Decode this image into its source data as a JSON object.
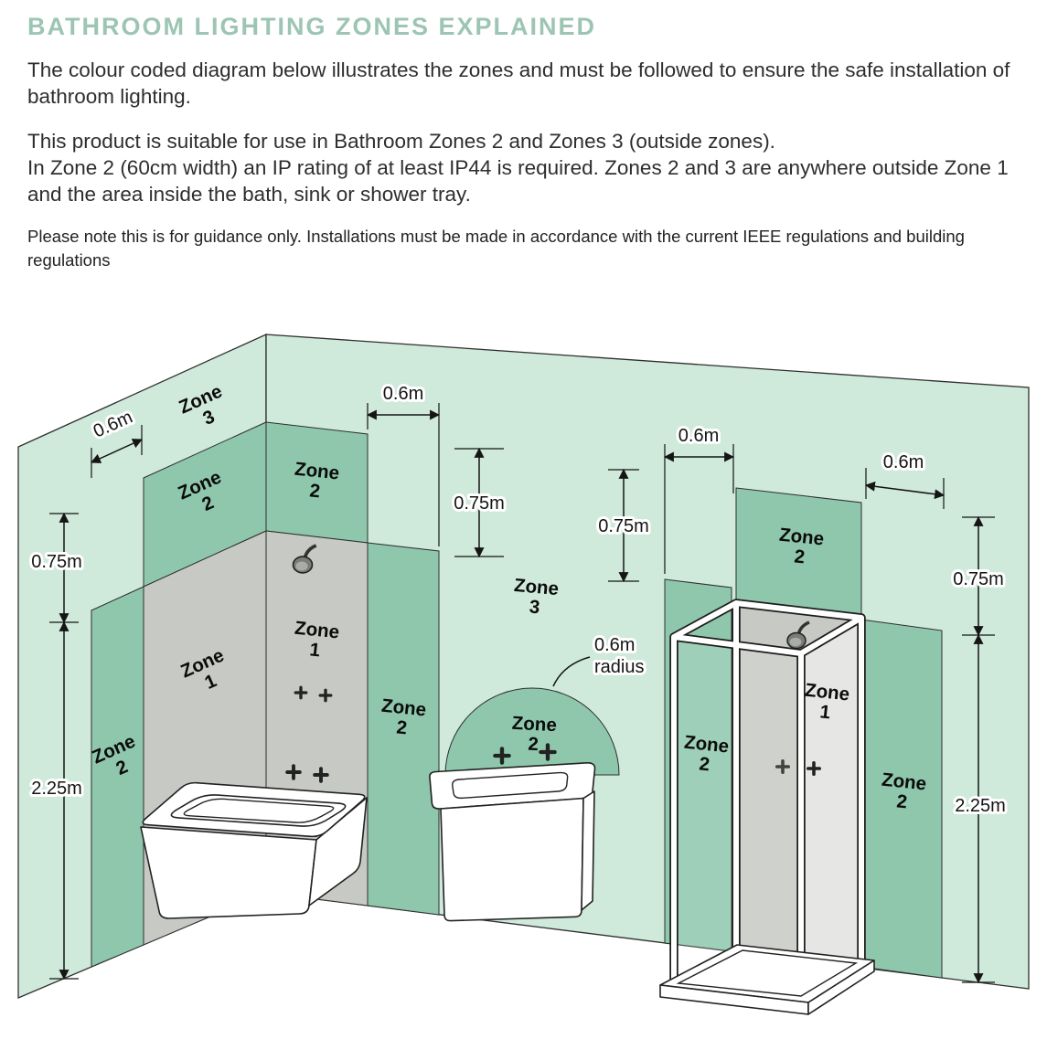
{
  "header": {
    "title": "BATHROOM LIGHTING ZONES EXPLAINED",
    "intro": "The colour coded diagram below illustrates the zones and must be followed to ensure the safe installation of bathroom lighting.",
    "suitability_1": "This product is suitable for use in Bathroom Zones 2 and Zones 3 (outside zones).",
    "suitability_2": "In Zone 2 (60cm width) an IP rating of at least IP44 is required. Zones 2 and 3 are anywhere outside Zone 1 and the area inside the bath, sink or shower tray.",
    "note": "Please note this is for guidance only. Installations must be made in accordance with the current IEEE regulations and building regulations"
  },
  "legend_colors": {
    "zone1": "#c7c9c4",
    "zone2": "#8ec7ac",
    "zone3": "#cfe9db",
    "outline": "#222222",
    "title_color": "#9cc5b3"
  },
  "diagram": {
    "zone_word": "Zone",
    "labels": {
      "left_wall_zone3": "3",
      "left_wall_zone2_upper": "2",
      "left_wall_zone1": "1",
      "left_wall_zone2_strip": "2",
      "bath_zone2_upper": "2",
      "bath_zone1": "1",
      "bath_zone2_side": "2",
      "mid_zone3": "3",
      "basin_zone2": "2",
      "shower_zone2_left": "2",
      "shower_zone2_upper": "2",
      "shower_zone1": "1",
      "shower_zone2_right": "2"
    },
    "dimensions": {
      "width_06": "0.6m",
      "height_075": "0.75m",
      "height_225": "2.25m",
      "radius_line1": "0.6m",
      "radius_line2": "radius"
    }
  }
}
